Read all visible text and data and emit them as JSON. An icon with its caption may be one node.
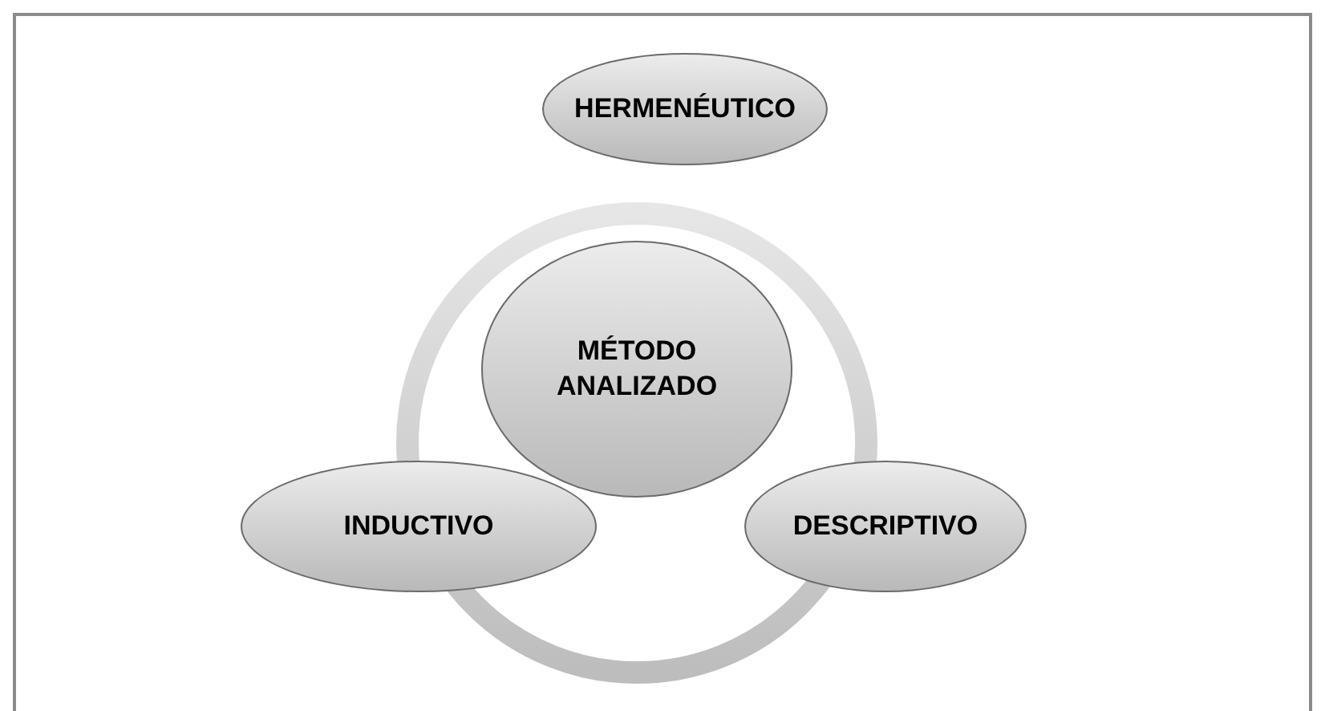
{
  "diagram": {
    "nodes": [
      {
        "text": [
          "HERMENÉUTICO"
        ]
      },
      {
        "text": [
          "MÉTODO ANALIZADO"
        ]
      },
      {
        "text": [
          "INDUCTIVO"
        ]
      },
      {
        "text": [
          "DESCRIPTIVO"
        ]
      }
    ]
  }
}
